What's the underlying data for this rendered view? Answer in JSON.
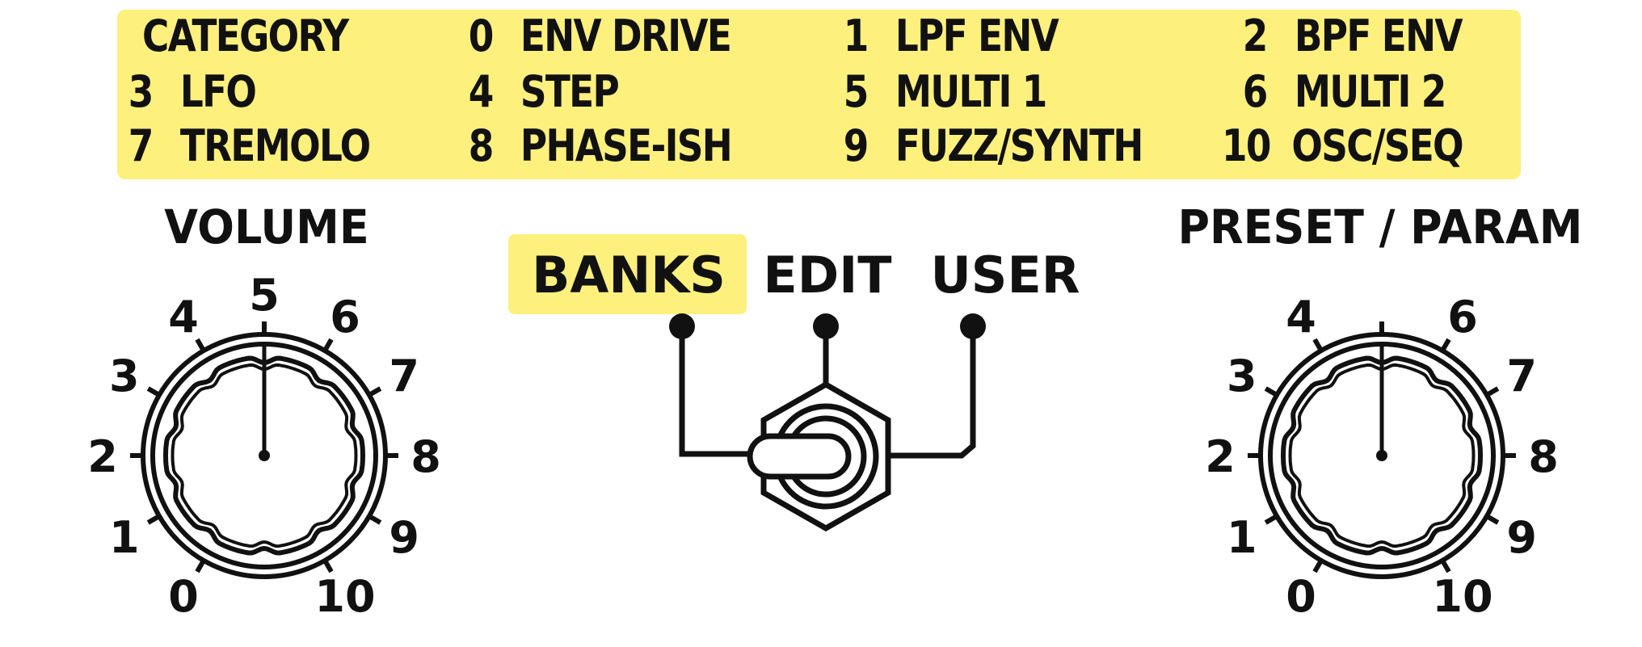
{
  "category_panel": {
    "header": "CATEGORY",
    "items": [
      {
        "num": "0",
        "label": "ENV DRIVE"
      },
      {
        "num": "1",
        "label": "LPF ENV"
      },
      {
        "num": "2",
        "label": "BPF ENV"
      },
      {
        "num": "3",
        "label": "LFO"
      },
      {
        "num": "4",
        "label": "STEP"
      },
      {
        "num": "5",
        "label": "MULTI 1"
      },
      {
        "num": "6",
        "label": "MULTI 2"
      },
      {
        "num": "7",
        "label": "TREMOLO"
      },
      {
        "num": "8",
        "label": "PHASE-ISH"
      },
      {
        "num": "9",
        "label": "FUZZ/SYNTH"
      },
      {
        "num": "10",
        "label": "OSC/SEQ"
      }
    ]
  },
  "volume_knob": {
    "title": "VOLUME",
    "scale": [
      "0",
      "1",
      "2",
      "3",
      "4",
      "5",
      "6",
      "7",
      "8",
      "9",
      "10"
    ]
  },
  "mode_switch": {
    "positions": [
      "BANKS",
      "EDIT",
      "USER"
    ],
    "selected": "BANKS"
  },
  "preset_knob": {
    "title": "PRESET / PARAM",
    "scale": [
      "0",
      "1",
      "2",
      "3",
      "4",
      "",
      "6",
      "7",
      "8",
      "9",
      "10"
    ]
  },
  "colors": {
    "highlight": "#fdf07d",
    "ink": "#111111",
    "background": "#ffffff"
  }
}
